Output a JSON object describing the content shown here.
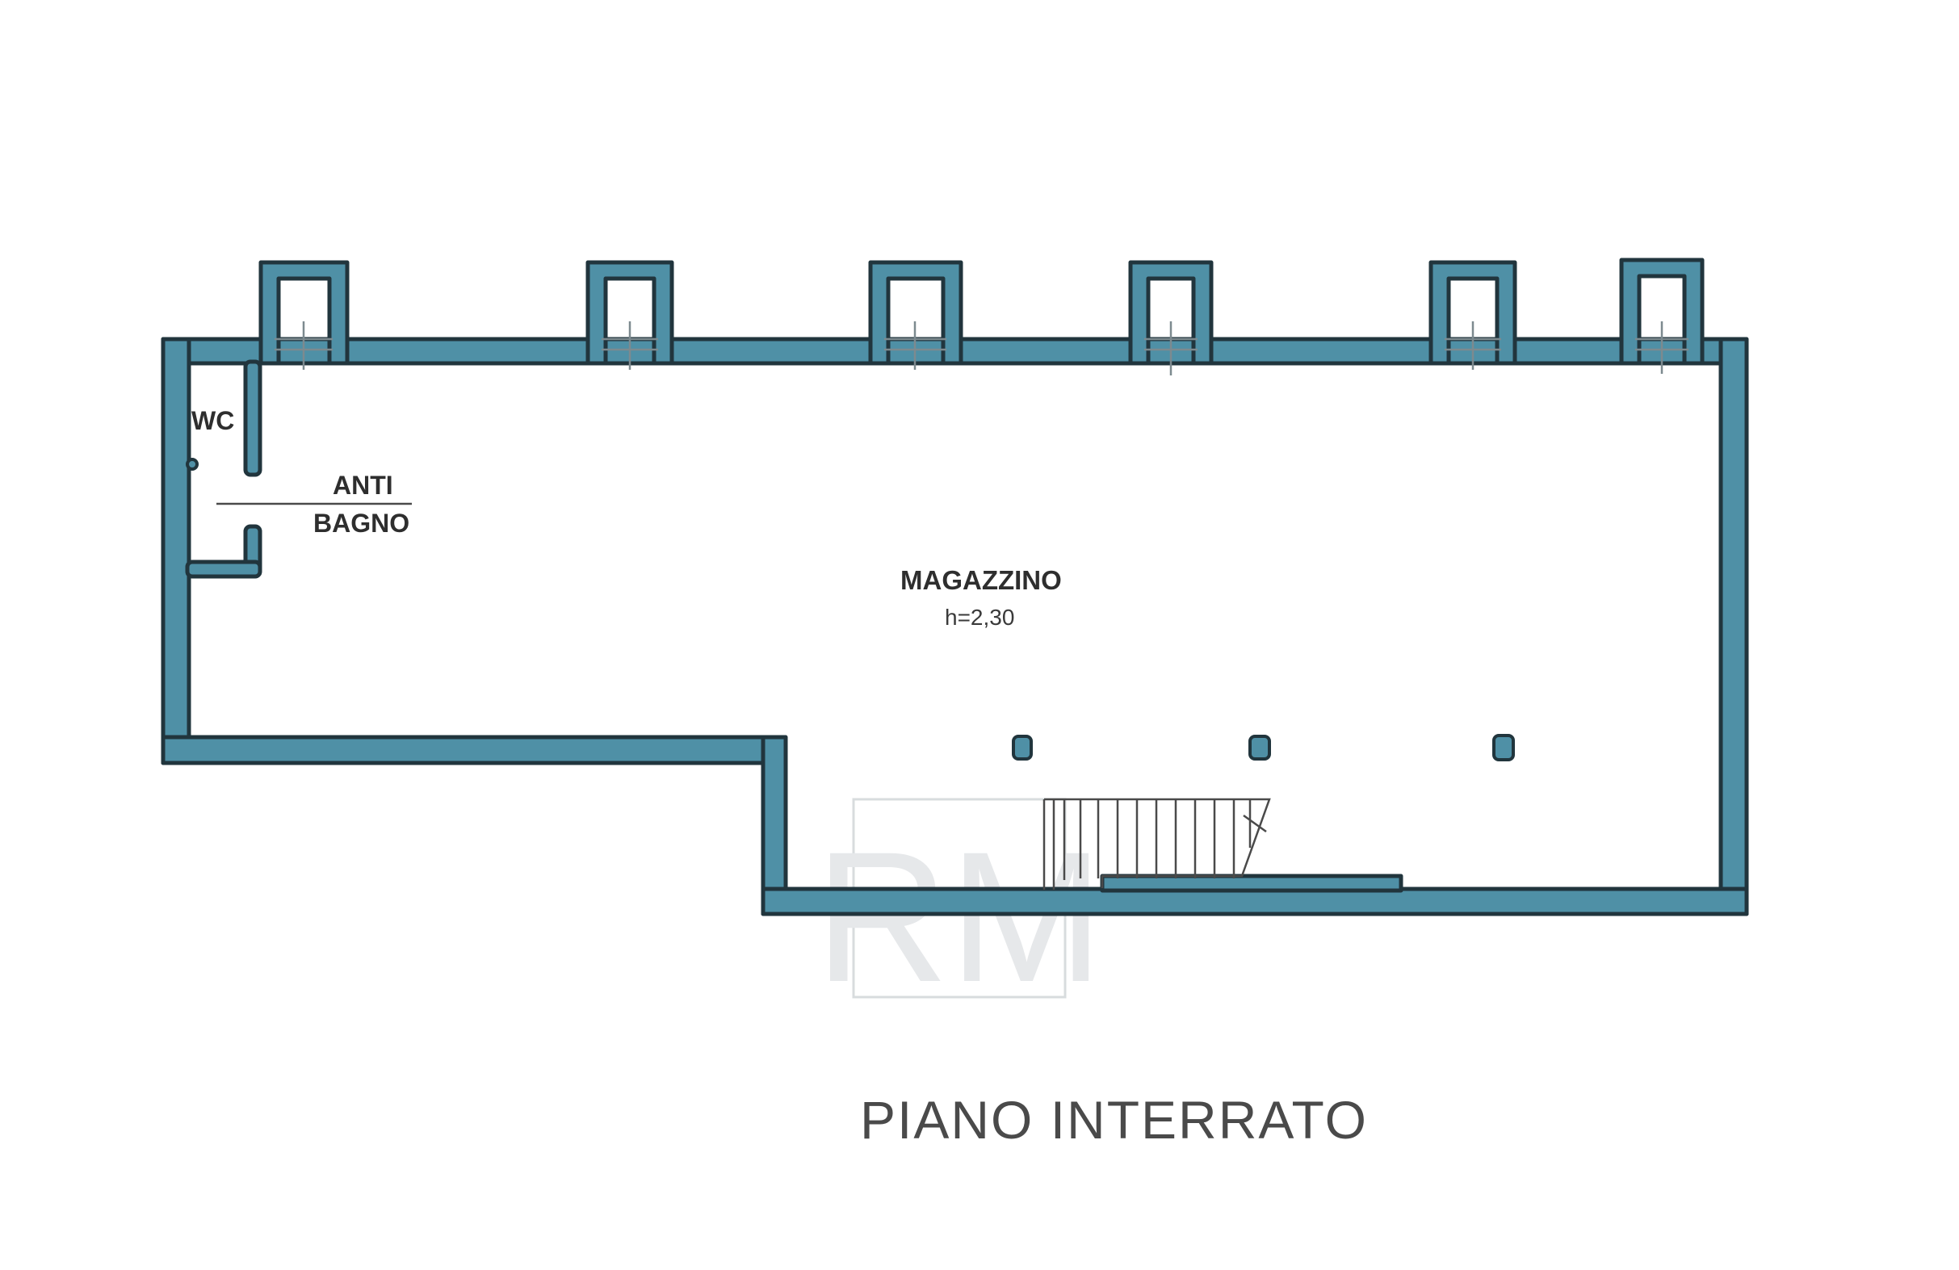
{
  "plan": {
    "rooms": {
      "wc": "WC",
      "anti": "ANTI",
      "bagno": "BAGNO",
      "magazzino": "MAGAZZINO",
      "height": "h=2,30"
    },
    "floor_title": "PIANO INTERRATO"
  },
  "watermark": {
    "logo_text": "RM"
  },
  "colors": {
    "wall_fill": "#4f90a6",
    "wall_outline": "#21353d",
    "text": "#2e2e2e"
  }
}
